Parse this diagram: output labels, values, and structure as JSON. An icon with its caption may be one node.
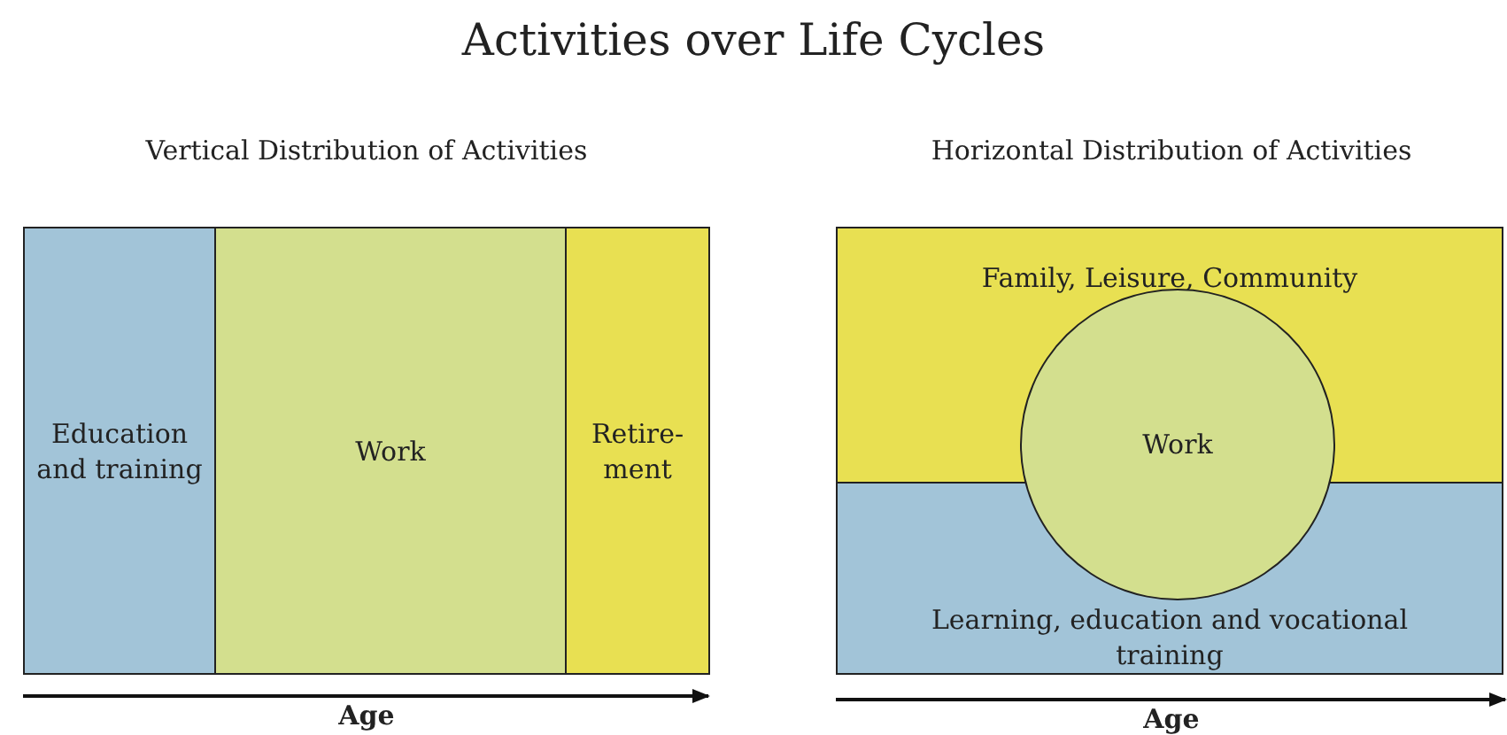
{
  "diagram": {
    "title": "Activities over Life Cycles",
    "nodes": [
      {
        "text": [
          "Education and training"
        ]
      },
      {
        "text": [
          "Work"
        ]
      },
      {
        "text": [
          "Retire-ment"
        ]
      },
      {
        "text": [
          "Family, Leisure, Community"
        ]
      },
      {
        "text": [
          "Learning, education and vocational training"
        ]
      },
      {
        "text": [
          "Work"
        ]
      }
    ],
    "edges": [],
    "labels": [
      "Vertical Distribution of Activities",
      "Horizontal Distribution of Activities",
      "Age",
      "Age"
    ]
  }
}
